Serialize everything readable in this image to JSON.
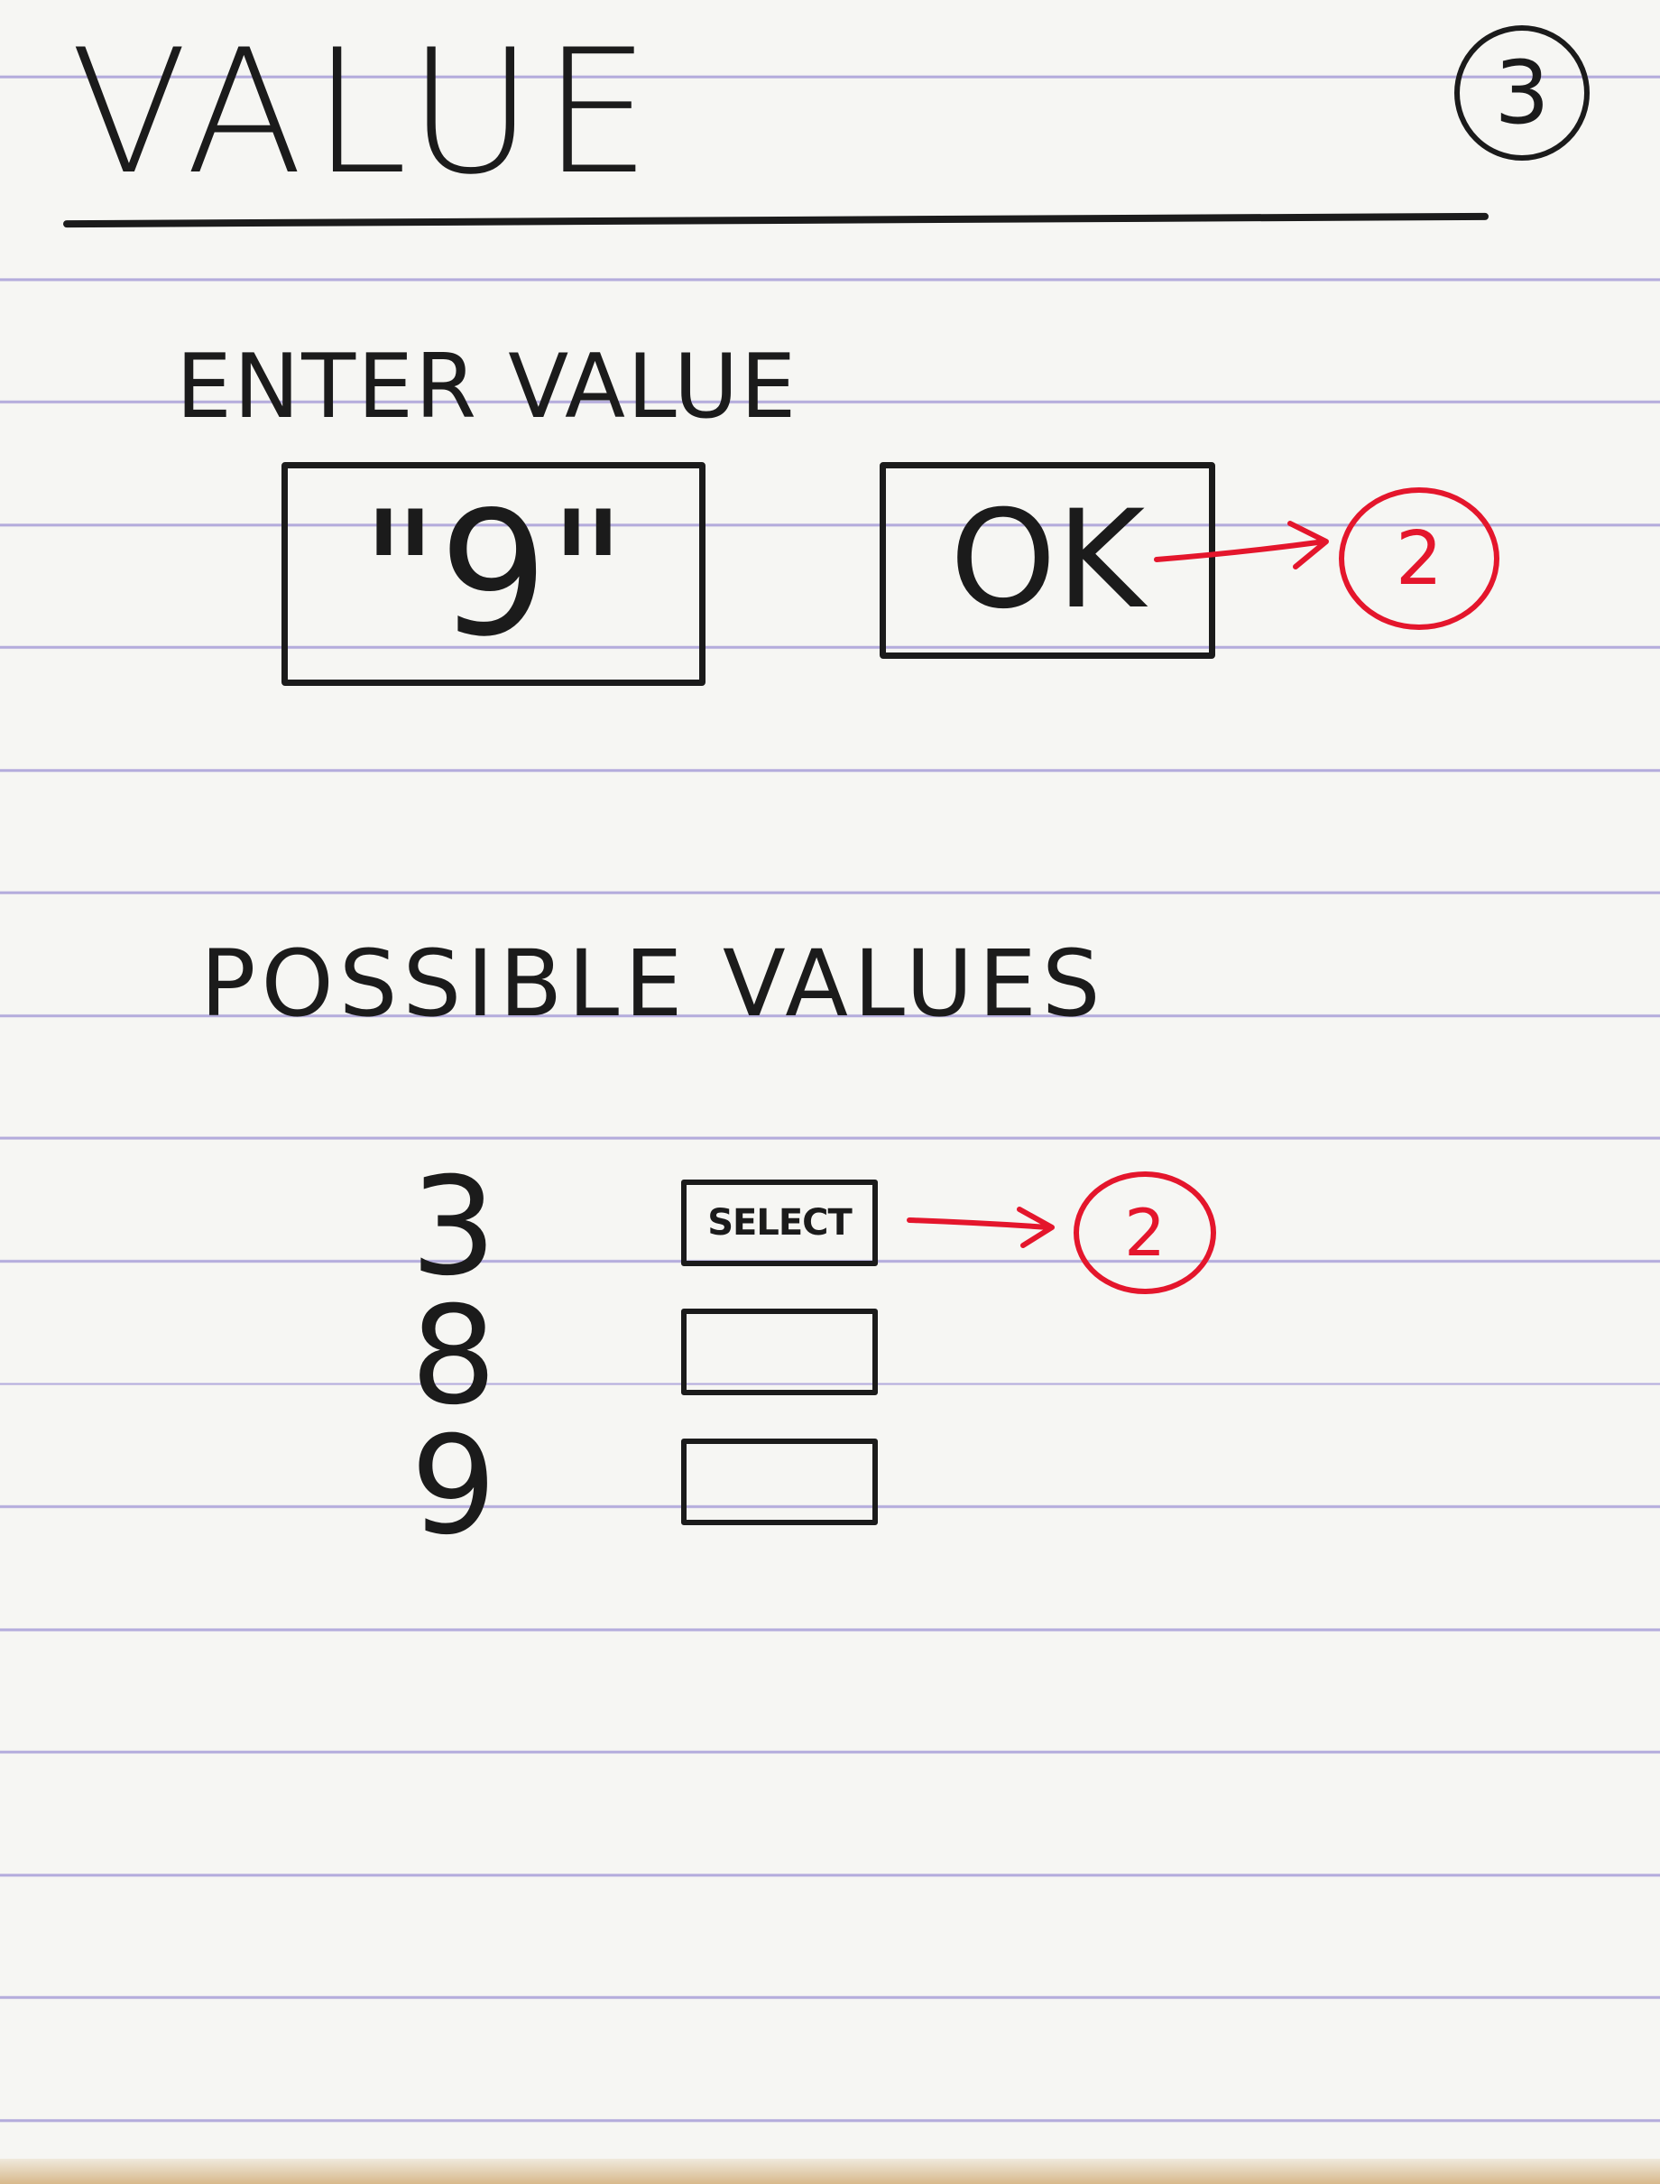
{
  "screen": {
    "title": "VALUE",
    "page_number": "3"
  },
  "entry": {
    "label": "ENTER VALUE",
    "input_value": "\"9\"",
    "ok_label": "OK",
    "ok_target": "2"
  },
  "possible_values": {
    "label": "POSSIBLE VALUES",
    "items": [
      {
        "value": "3",
        "button_label": "SELECT",
        "target": "2"
      },
      {
        "value": "8",
        "button_label": ""
      },
      {
        "value": "9",
        "button_label": ""
      }
    ]
  },
  "colors": {
    "ink": "#1b1b1b",
    "annotation_red": "#e4162c",
    "rule_lines": "#b4acdc",
    "paper": "#f6f6f3"
  }
}
